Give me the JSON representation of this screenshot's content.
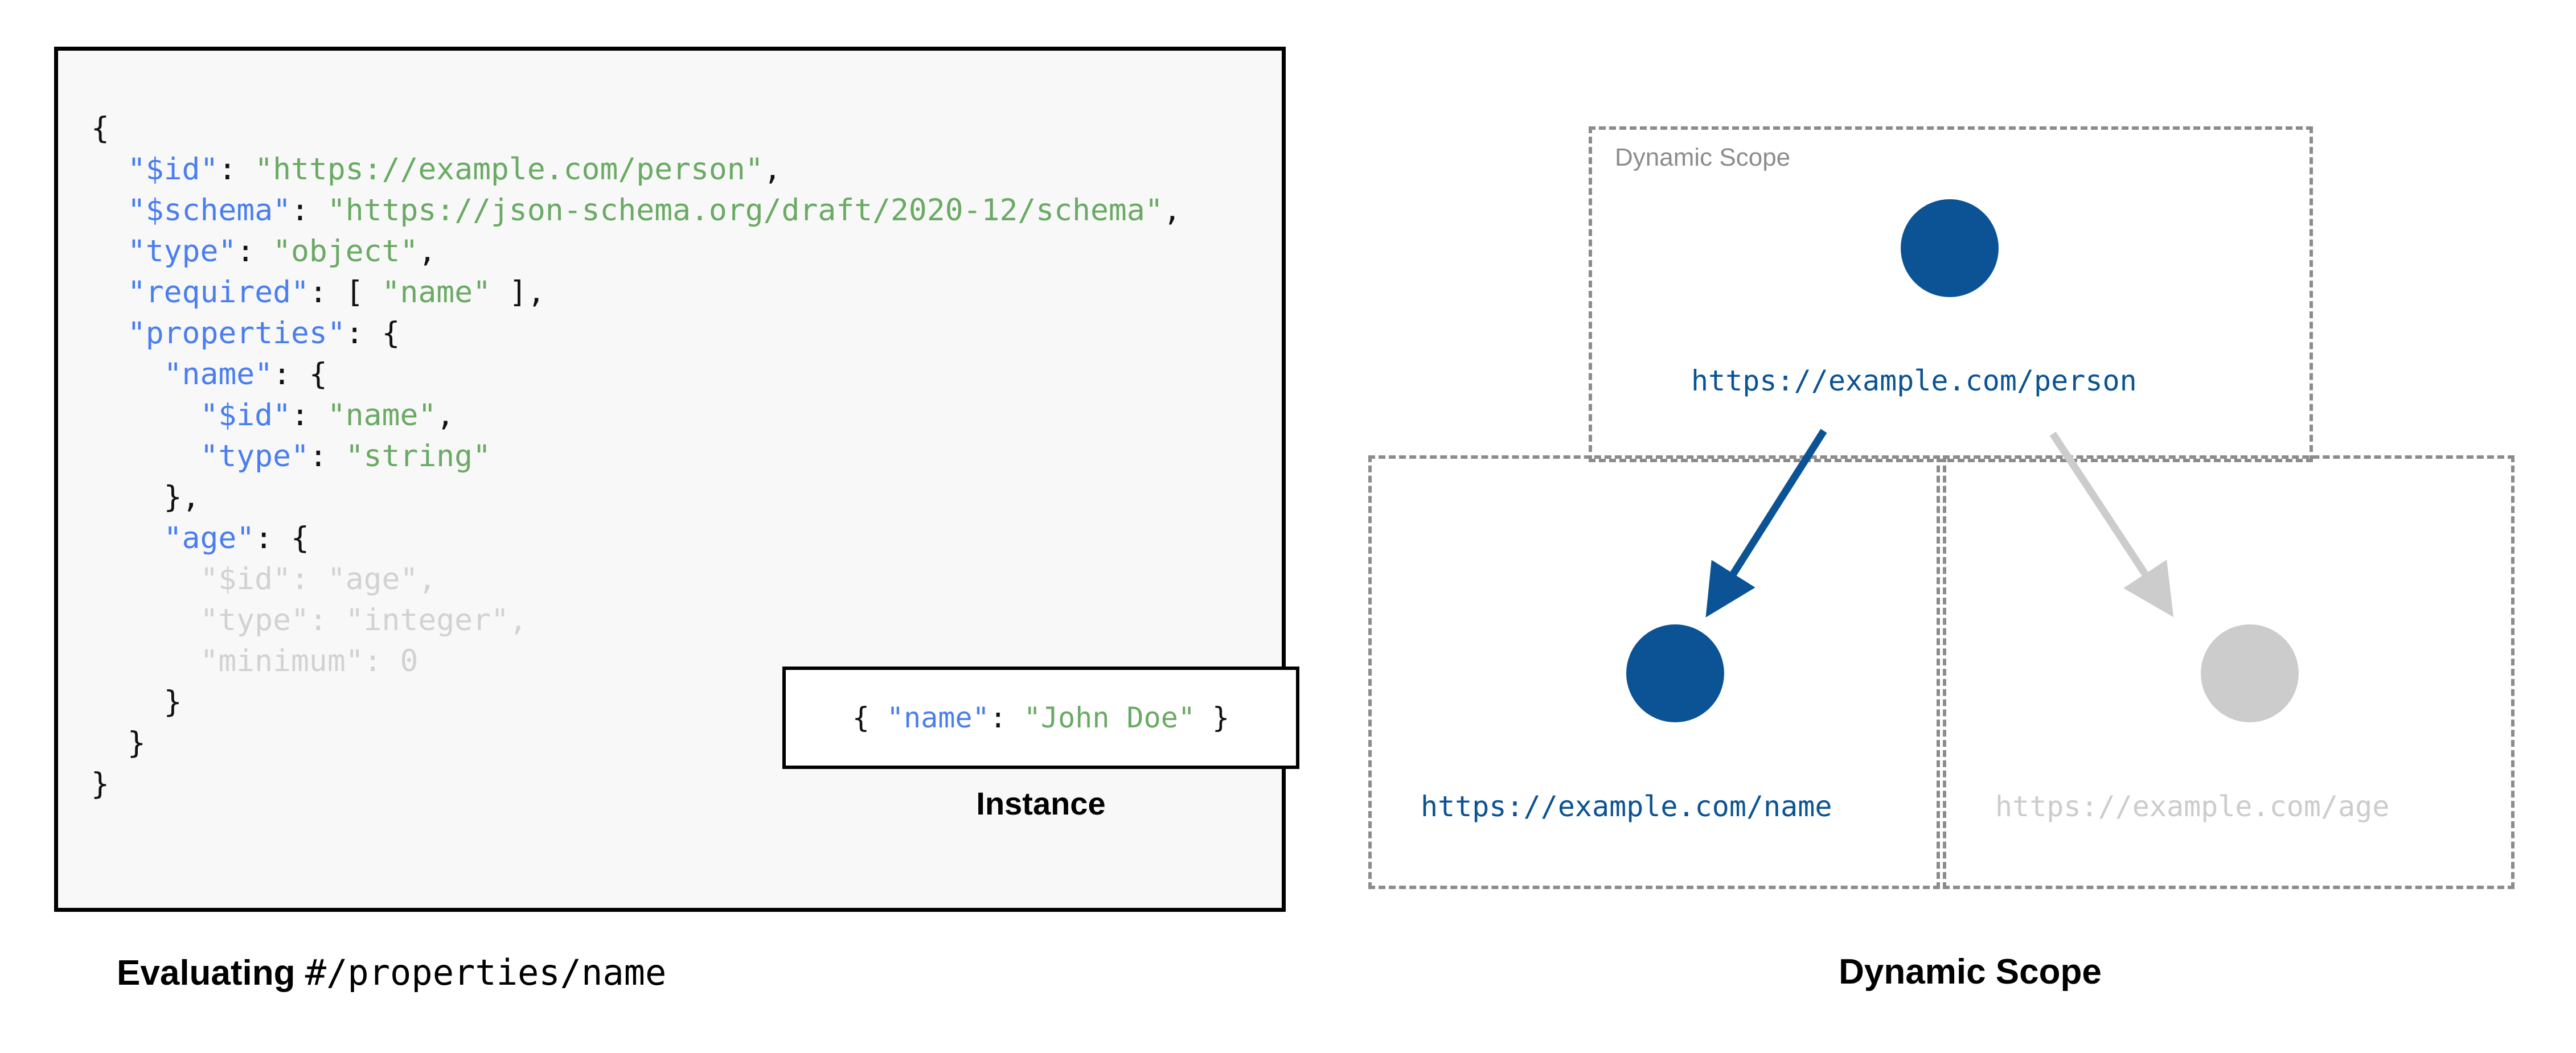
{
  "schema_panel": {
    "code_lines": [
      {
        "indent": 0,
        "tokens": [
          {
            "t": "punc",
            "v": "{"
          }
        ]
      },
      {
        "indent": 1,
        "tokens": [
          {
            "t": "key",
            "v": "\"$id\""
          },
          {
            "t": "punc",
            "v": ": "
          },
          {
            "t": "str",
            "v": "\"https://example.com/person\""
          },
          {
            "t": "punc",
            "v": ","
          }
        ]
      },
      {
        "indent": 1,
        "tokens": [
          {
            "t": "key",
            "v": "\"$schema\""
          },
          {
            "t": "punc",
            "v": ": "
          },
          {
            "t": "str",
            "v": "\"https://json-schema.org/draft/2020-12/schema\""
          },
          {
            "t": "punc",
            "v": ","
          }
        ]
      },
      {
        "indent": 1,
        "tokens": [
          {
            "t": "key",
            "v": "\"type\""
          },
          {
            "t": "punc",
            "v": ": "
          },
          {
            "t": "str",
            "v": "\"object\""
          },
          {
            "t": "punc",
            "v": ","
          }
        ]
      },
      {
        "indent": 1,
        "tokens": [
          {
            "t": "key",
            "v": "\"required\""
          },
          {
            "t": "punc",
            "v": ": [ "
          },
          {
            "t": "str",
            "v": "\"name\""
          },
          {
            "t": "punc",
            "v": " ],"
          }
        ]
      },
      {
        "indent": 1,
        "tokens": [
          {
            "t": "key",
            "v": "\"properties\""
          },
          {
            "t": "punc",
            "v": ": {"
          }
        ]
      },
      {
        "indent": 2,
        "tokens": [
          {
            "t": "key",
            "v": "\"name\""
          },
          {
            "t": "punc",
            "v": ": {"
          }
        ]
      },
      {
        "indent": 3,
        "tokens": [
          {
            "t": "key",
            "v": "\"$id\""
          },
          {
            "t": "punc",
            "v": ": "
          },
          {
            "t": "str",
            "v": "\"name\""
          },
          {
            "t": "punc",
            "v": ","
          }
        ]
      },
      {
        "indent": 3,
        "tokens": [
          {
            "t": "key",
            "v": "\"type\""
          },
          {
            "t": "punc",
            "v": ": "
          },
          {
            "t": "str",
            "v": "\"string\""
          }
        ]
      },
      {
        "indent": 2,
        "tokens": [
          {
            "t": "punc",
            "v": "},"
          }
        ]
      },
      {
        "indent": 2,
        "tokens": [
          {
            "t": "key",
            "v": "\"age\""
          },
          {
            "t": "punc",
            "v": ": {"
          }
        ]
      },
      {
        "indent": 3,
        "tokens": [
          {
            "t": "dim",
            "v": "\"$id\": \"age\","
          }
        ]
      },
      {
        "indent": 3,
        "tokens": [
          {
            "t": "dim",
            "v": "\"type\": \"integer\","
          }
        ]
      },
      {
        "indent": 3,
        "tokens": [
          {
            "t": "dim",
            "v": "\"minimum\": 0"
          }
        ]
      },
      {
        "indent": 2,
        "tokens": [
          {
            "t": "punc",
            "v": "}"
          }
        ]
      },
      {
        "indent": 1,
        "tokens": [
          {
            "t": "punc",
            "v": "}"
          }
        ]
      },
      {
        "indent": 0,
        "tokens": [
          {
            "t": "punc",
            "v": "}"
          }
        ]
      }
    ]
  },
  "instance": {
    "caption": "Instance",
    "code_tokens": [
      {
        "t": "punc",
        "v": "{ "
      },
      {
        "t": "key",
        "v": "\"name\""
      },
      {
        "t": "punc",
        "v": ": "
      },
      {
        "t": "str",
        "v": "\"John Doe\""
      },
      {
        "t": "punc",
        "v": " }"
      }
    ]
  },
  "left_caption": {
    "bold_text": "Evaluating ",
    "mono_text": "#/properties/name"
  },
  "right_caption": {
    "text": "Dynamic Scope"
  },
  "diagram": {
    "scope_root_label": "Dynamic Scope",
    "nodes": [
      {
        "id": "person",
        "label": "https://example.com/person",
        "state": "active"
      },
      {
        "id": "name",
        "label": "https://example.com/name",
        "state": "active"
      },
      {
        "id": "age",
        "label": "https://example.com/age",
        "state": "inactive"
      }
    ]
  },
  "colors": {
    "accent_blue": "#0b5394",
    "inactive_gray": "#cccccc",
    "scope_border": "#8c8c8c",
    "key_blue": "#4a7ef0",
    "string_green": "#6aaa64",
    "dim_gray": "#d2d2d2",
    "panel_bg": "#f8f8f8"
  }
}
